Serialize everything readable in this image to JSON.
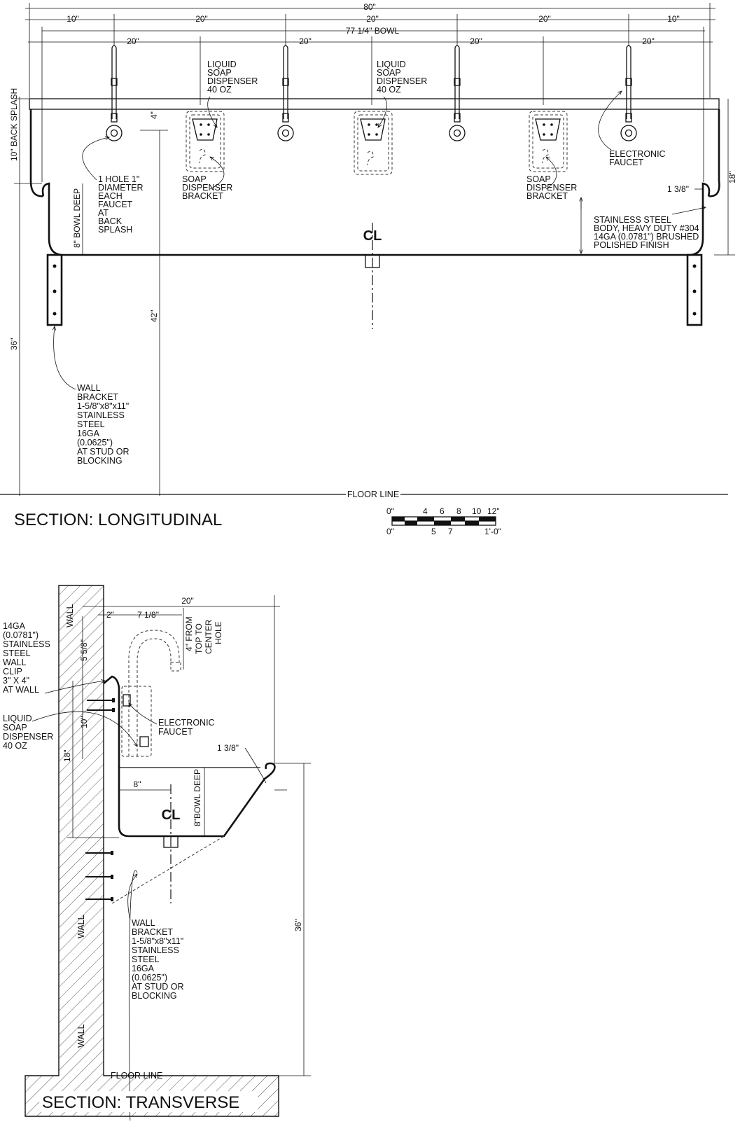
{
  "longitudinal": {
    "title": "SECTION: LONGITUDINAL",
    "dims": {
      "overall": "80\"",
      "end_left": "10\"",
      "spacing_a": "20\"",
      "spacing_b": "20\"",
      "spacing_c": "20\"",
      "end_right": "10\"",
      "bowl": "77 1/4\" BOWL",
      "sub_1": "20\"",
      "sub_2": "20\"",
      "sub_3": "20\"",
      "sub_4": "20\"",
      "faucet_top": "4\"",
      "back_splash": "10\" BACK SPLASH",
      "bowl_deep": "8\" BOWL DEEP",
      "height_42": "42\"",
      "height_36": "36\"",
      "height_18": "18\"",
      "lip": "1 3/8\""
    },
    "labels": {
      "soap_dispenser_1": [
        "LIQUID",
        "SOAP",
        "DISPENSER",
        "40 OZ"
      ],
      "soap_dispenser_2": [
        "LIQUID",
        "SOAP",
        "DISPENSER",
        "40 OZ"
      ],
      "bracket_1": [
        "SOAP",
        "DISPENSER",
        "BRACKET"
      ],
      "bracket_2": [
        "SOAP",
        "DISPENSER",
        "BRACKET"
      ],
      "faucet_hole": [
        "1 HOLE 1\"",
        "DIAMETER",
        "EACH",
        "FAUCET",
        "AT",
        "BACK",
        "SPLASH"
      ],
      "electronic_faucet": [
        "ELECTRONIC",
        "FAUCET"
      ],
      "body": [
        "STAINLESS STEEL",
        "BODY, HEAVY DUTY #304",
        "14GA (0.0781\") BRUSHED",
        "POLISHED FINISH"
      ],
      "wall_bracket": [
        "WALL",
        "BRACKET",
        "1-5/8\"x8\"x11\"",
        "STAINLESS",
        "STEEL",
        "16GA",
        "(0.0625\")",
        "AT STUD OR",
        "BLOCKING"
      ],
      "floor_line": "FLOOR LINE",
      "centerline": "CL"
    },
    "scale_bar": {
      "top_ticks": [
        "0\"",
        "4",
        "6",
        "8",
        "10",
        "12\""
      ],
      "bottom_ticks": [
        "0\"",
        "5",
        "7",
        "1'-0\""
      ]
    }
  },
  "transverse": {
    "title": "SECTION: TRANSVERSE",
    "dims": {
      "depth": "20\"",
      "offset": "2\"",
      "faucet_reach": "7 1/8\"",
      "faucet_top": [
        "4\" FROM",
        "TOP TO",
        "CENTER",
        "HOLE"
      ],
      "clip_height": "5 5/8\"",
      "splash": "10\"",
      "height_18": "18\"",
      "bowl_offset": "8\"",
      "bowl_deep": "8\"BOWL DEEP",
      "lip": "1 3/8\"",
      "height_36": "36\""
    },
    "labels": {
      "wall": "WALL",
      "wall_clip": [
        "14GA",
        "(0.0781\")",
        "STAINLESS",
        "STEEL",
        "WALL",
        "CLIP",
        "3\" X 4\"",
        "AT WALL"
      ],
      "soap_dispenser": [
        "LIQUID",
        "SOAP",
        "DISPENSER",
        "40 OZ"
      ],
      "electronic_faucet": [
        "ELECTRONIC",
        "FAUCET"
      ],
      "wall_bracket": [
        "WALL",
        "BRACKET",
        "1-5/8\"x8\"x11\"",
        "STAINLESS",
        "STEEL",
        "16GA",
        "(0.0625\")",
        "AT STUD OR",
        "BLOCKING"
      ],
      "floor_line": "FLOOR LINE",
      "centerline": "CL"
    }
  }
}
